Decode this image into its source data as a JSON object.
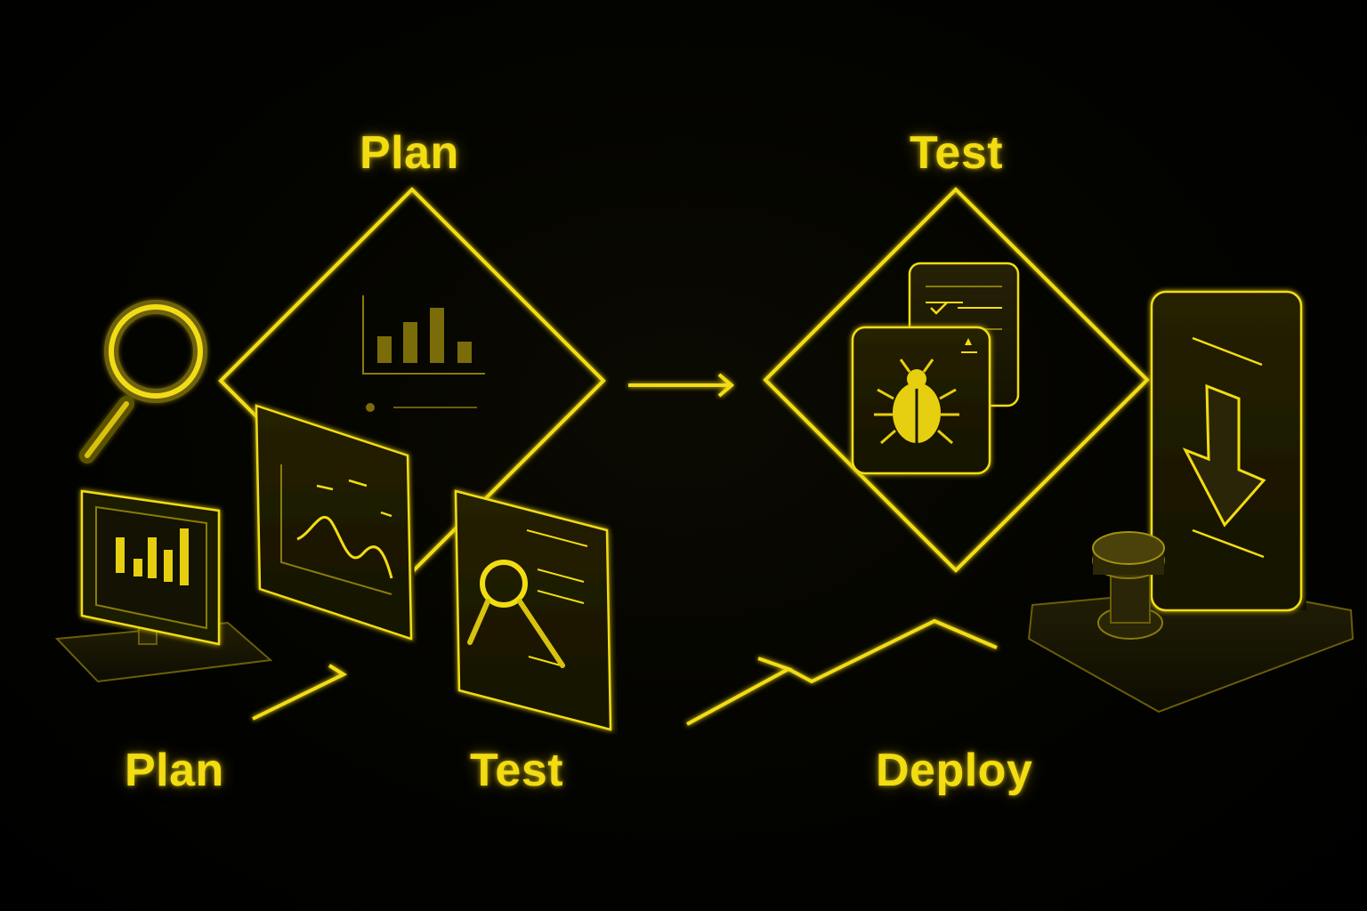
{
  "labels": {
    "plan_top": "Plan",
    "test_top": "Test",
    "plan_bottom": "Plan",
    "test_bottom": "Test",
    "deploy": "Deploy"
  },
  "icons": {
    "magnifier": "magnifier-icon",
    "monitor": "monitor-bar-chart-icon",
    "chart_card": "line-chart-card-icon",
    "search_doc": "search-document-icon",
    "bug_card": "bug-card-icon",
    "checklist": "checklist-document-icon",
    "download": "download-panel-icon",
    "plug": "power-knob-icon"
  },
  "colors": {
    "accent": "#f2dc12",
    "accent_dim": "#8a7c0a",
    "panel": "#1b1804",
    "background": "#000000"
  }
}
